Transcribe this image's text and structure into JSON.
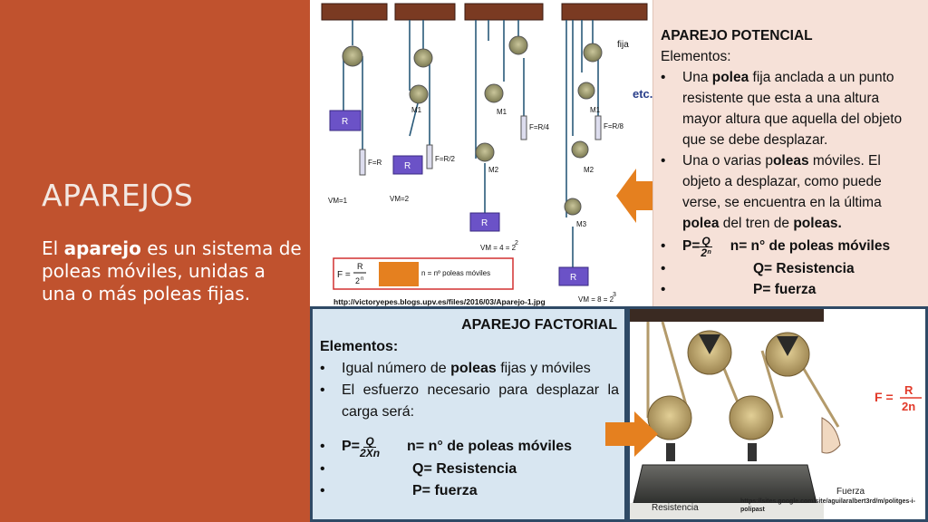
{
  "slide": {
    "title": "APAREJOS",
    "body_prefix": "El ",
    "body_bold": "aparejo",
    "body_rest": " es un sistema de poleas móviles, unidas a una o más poleas fijas."
  },
  "figure": {
    "fija_label": "fija",
    "etc_label": "etc.",
    "load_label": "R",
    "m1": "M1",
    "m2": "M2",
    "m3": "M3",
    "forces": [
      "F=R",
      "F=R/2",
      "F=R/4",
      "F=R/8"
    ],
    "vm": [
      "VM=1",
      "VM=2",
      "VM = 4 = 2",
      "VM = 8 = 2"
    ],
    "vm_exp": [
      "",
      "",
      "2",
      "3"
    ],
    "formula_f": "F =",
    "formula_num": "R",
    "formula_den": "2",
    "formula_den_exp": "n",
    "formula_n": "n = nº poleas  móviles",
    "source_url": "http://victoryepes.blogs.upv.es/files/2016/03/Aparejo-1.jpg"
  },
  "potencial": {
    "title": "APAREJO POTENCIAL",
    "elements": "Elementos:",
    "b1_a": "Una ",
    "b1_bold": "polea",
    "b1_b": " fija anclada a un punto resistente que esta a una altura mayor altura que aquella del objeto que se debe desplazar.",
    "b2_a": " Una o varias p",
    "b2_bold": "oleas",
    "b2_b": " móviles. El objeto a desplazar, como puede verse, se encuentra en la última ",
    "b2_bold2": "polea",
    "b2_c": " del tren de ",
    "b2_bold3": "poleas.",
    "p_label": "P=",
    "p_num": "Q",
    "p_den": "2ⁿ",
    "n_def": "n= n° de poleas móviles",
    "q_def": "Q= Resistencia",
    "f_def": "P= fuerza"
  },
  "factorial": {
    "title": "APAREJO FACTORIAL",
    "elements": "Elementos:",
    "b1_a": "Igual número de ",
    "b1_bold": "poleas",
    "b1_b": " fijas y móviles",
    "b2": "El esfuerzo necesario para desplazar la carga será:",
    "p_label": "P=",
    "p_num": "Q",
    "p_den": "2Xn",
    "n_def": "n= n° de poleas móviles",
    "q_def": "Q= Resistencia",
    "f_def": "P= fuerza"
  },
  "photo": {
    "formula_f": "F =",
    "formula_num": "R",
    "formula_den": "2n",
    "resistencia": "Resistencia",
    "fuerza": "Fuerza",
    "caption": "https://sites.google.com/site/aguilaralbert3rd/m/politges-i-polipast"
  },
  "colors": {
    "left_panel": "#c0522e",
    "potencial_bg": "#f6e1d8",
    "factorial_bg": "#d8e6f1",
    "arrow": "#e5801f",
    "formula_red": "#e23a2a"
  }
}
